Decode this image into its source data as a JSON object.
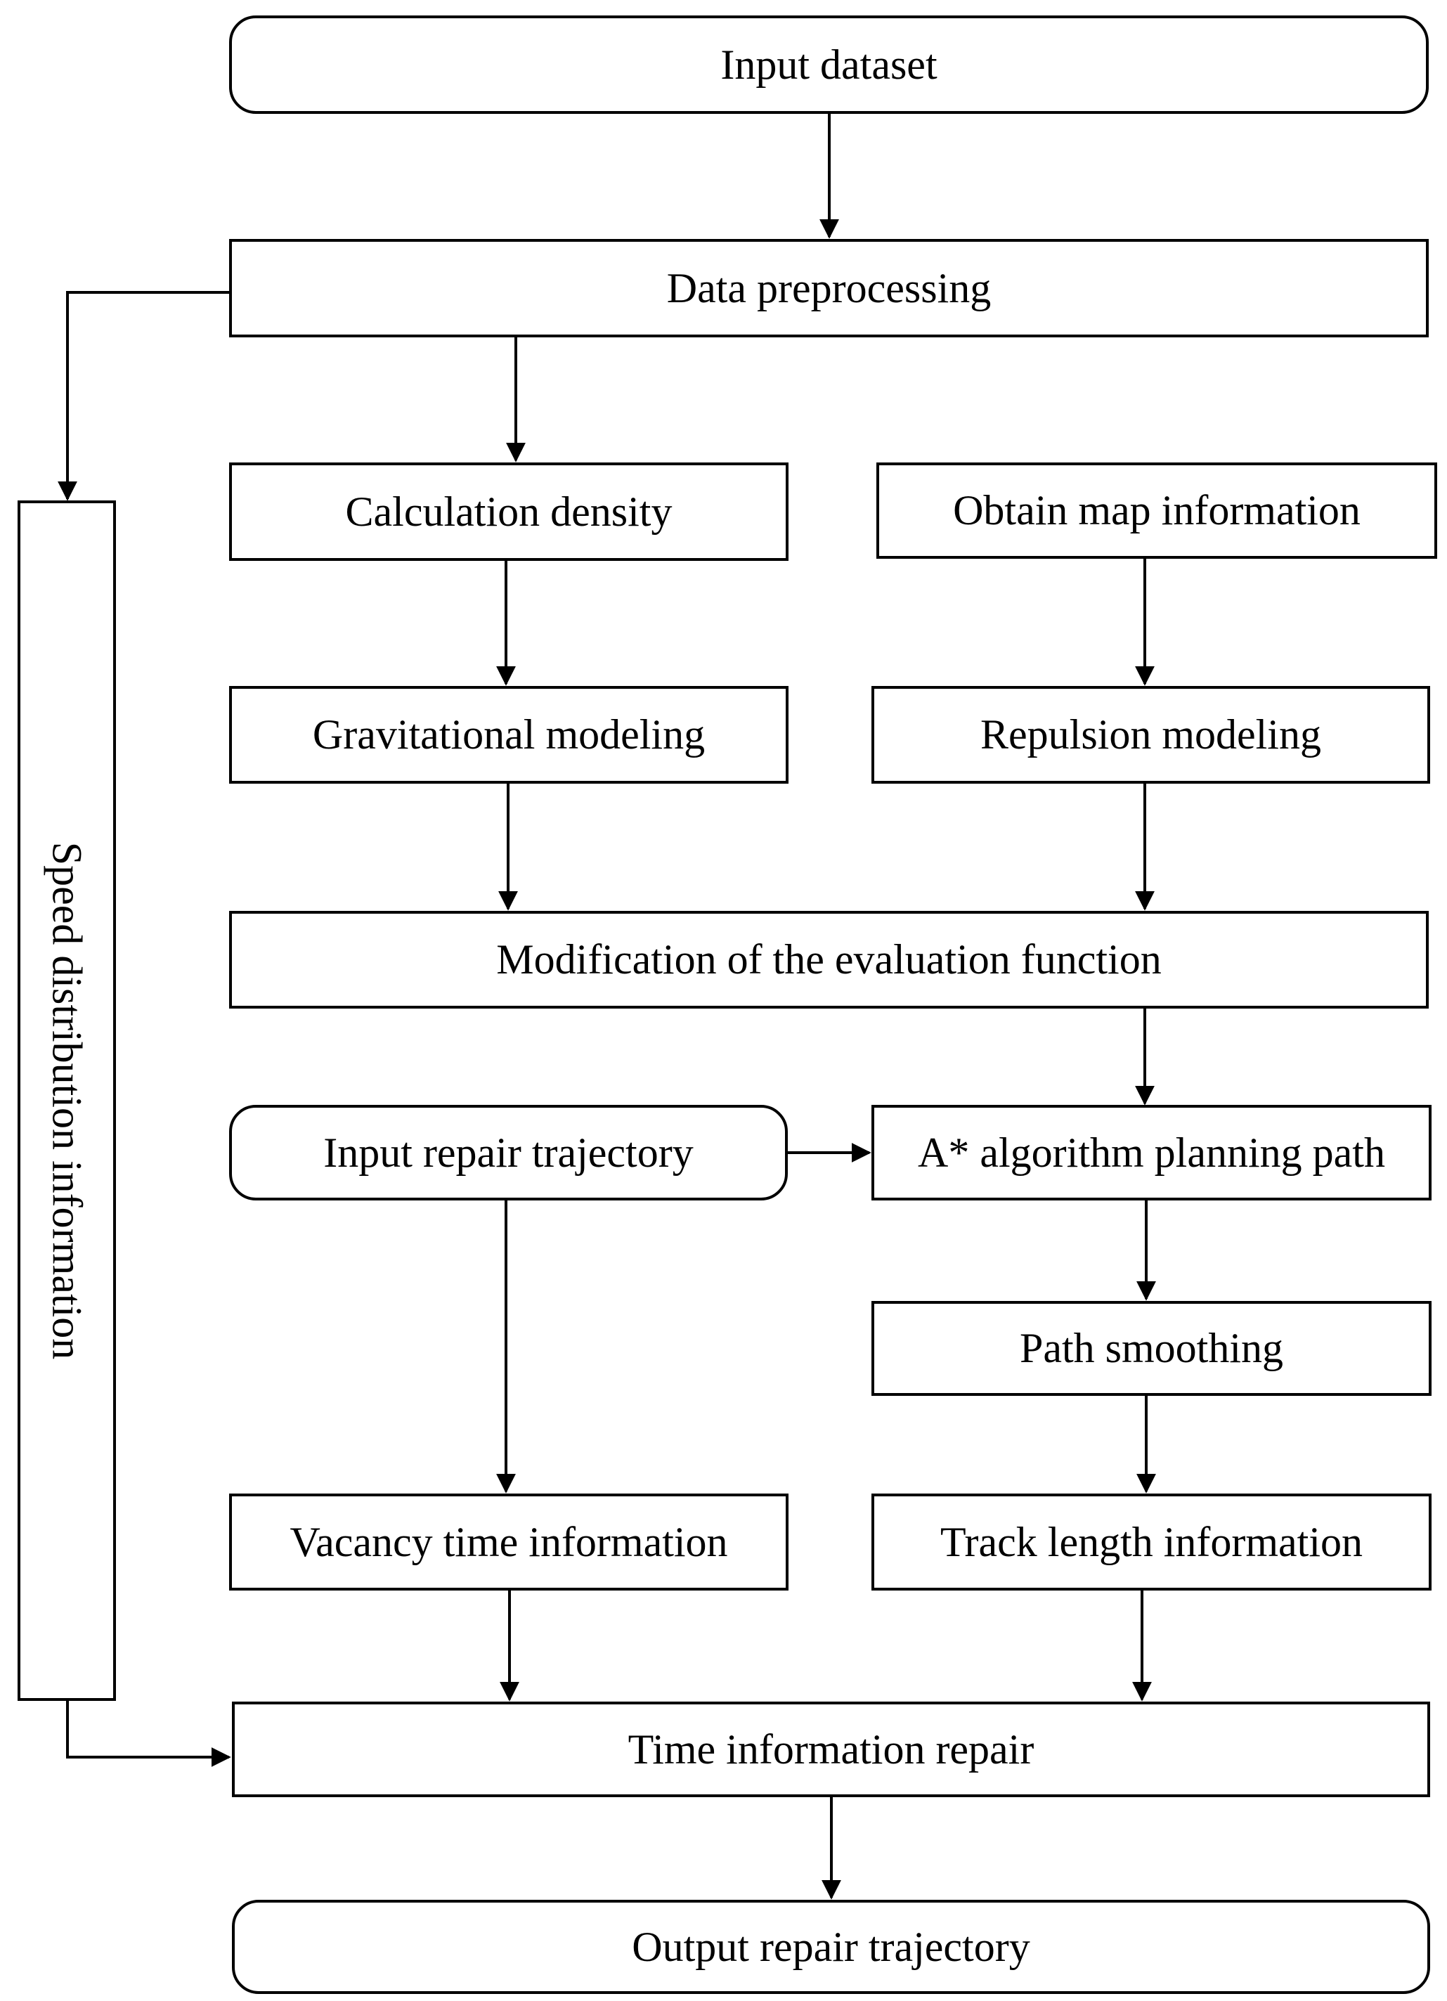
{
  "nodes": {
    "input_dataset": "Input dataset",
    "data_preprocessing": "Data preprocessing",
    "calculation_density": "Calculation density",
    "obtain_map_information": "Obtain map information",
    "gravitational_modeling": "Gravitational modeling",
    "repulsion_modeling": "Repulsion modeling",
    "modification_evaluation_function": "Modification of the evaluation function",
    "input_repair_trajectory": "Input repair trajectory",
    "a_star_planning_path": "A* algorithm planning path",
    "path_smoothing": "Path smoothing",
    "vacancy_time_information": "Vacancy time information",
    "track_length_information": "Track length information",
    "time_information_repair": "Time information repair",
    "output_repair_trajectory": "Output repair trajectory",
    "speed_distribution_information": "Speed distribution information"
  },
  "colors": {
    "stroke": "#000000",
    "background": "#ffffff"
  }
}
